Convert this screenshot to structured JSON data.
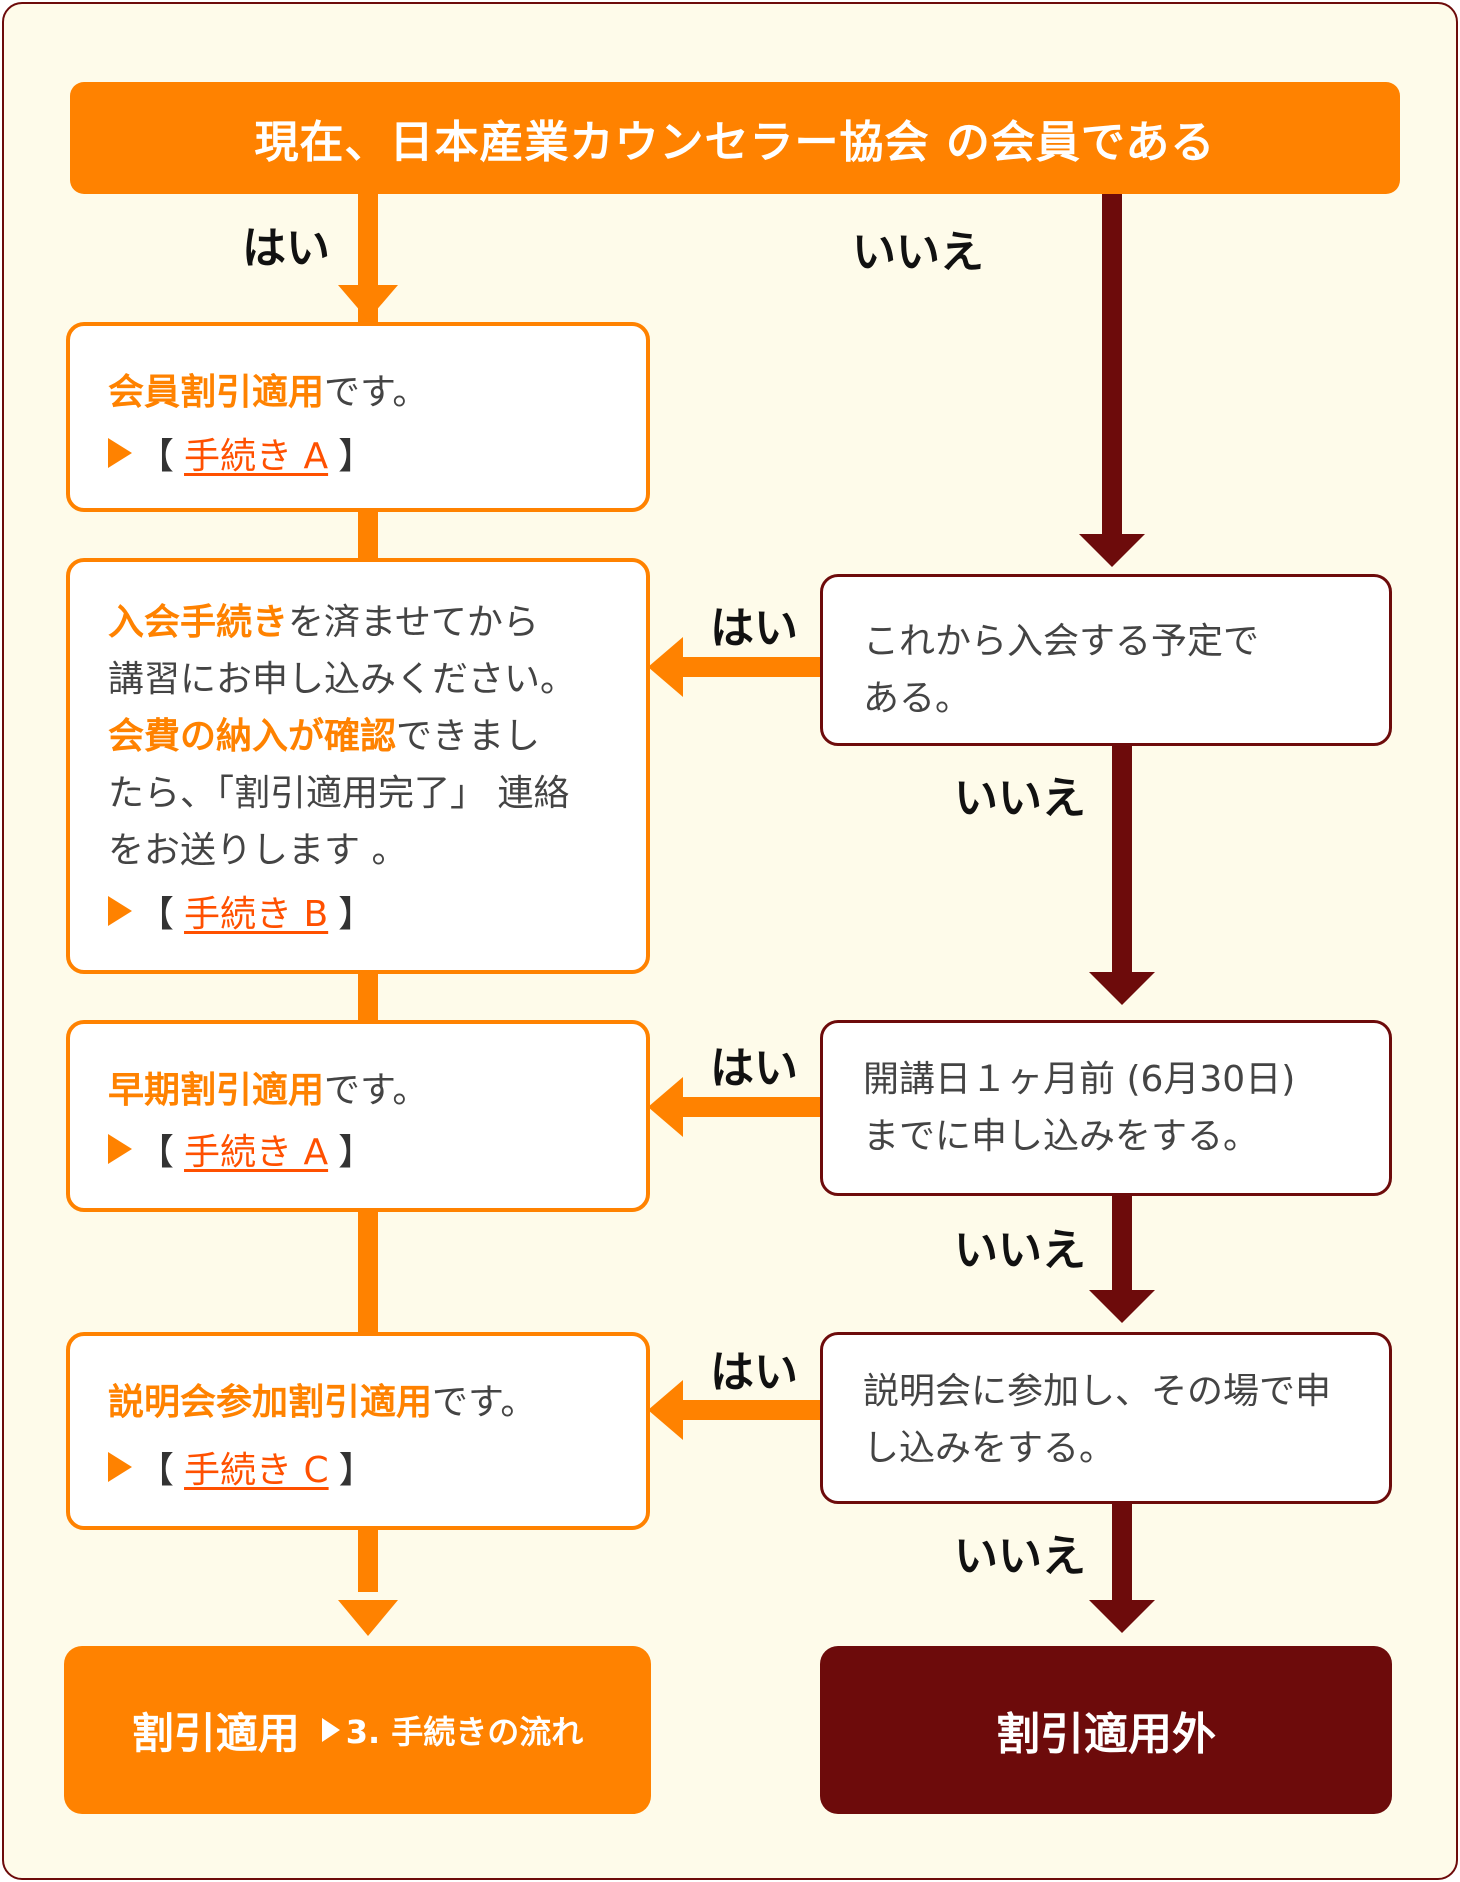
{
  "header": {
    "question": "現在、日本産業カウンセラー協会 の会員である"
  },
  "labels": {
    "yes": "はい",
    "no": "いいえ"
  },
  "left_boxes": [
    {
      "highlight": "会員割引適用",
      "text": "です。",
      "link_label": "手続き A"
    },
    {
      "highlight1": "入会手続き",
      "text1": "を済ませてから",
      "text2": "講習にお申し込みください。",
      "highlight2": "会費の納入が確認",
      "text3": "できまし",
      "text4": "たら、「割引適用完了」 連絡",
      "text5": "をお送りします 。",
      "link_label": "手続き B"
    },
    {
      "highlight": "早期割引適用",
      "text": "です。",
      "link_label": "手続き A"
    },
    {
      "highlight": "説明会参加割引適用",
      "text": "です。",
      "link_label": "手続き C"
    }
  ],
  "right_boxes": [
    {
      "line1": "これから入会する予定で",
      "line2": "ある。"
    },
    {
      "line1": "開講日１ヶ月前 (6月30日)",
      "line2": "までに申し込みをする。"
    },
    {
      "line1": "説明会に参加し、その場で申",
      "line2": "し込みをする。"
    }
  ],
  "results": {
    "discount": "割引適用",
    "procedure_link": "3. 手続きの流れ",
    "no_discount": "割引適用外"
  },
  "colors": {
    "orange": "#ff8200",
    "maroon": "#6d0b0b",
    "background": "#fefbea",
    "link": "#ff5000"
  },
  "icons": {
    "link_marker": "triangle-right-icon"
  }
}
